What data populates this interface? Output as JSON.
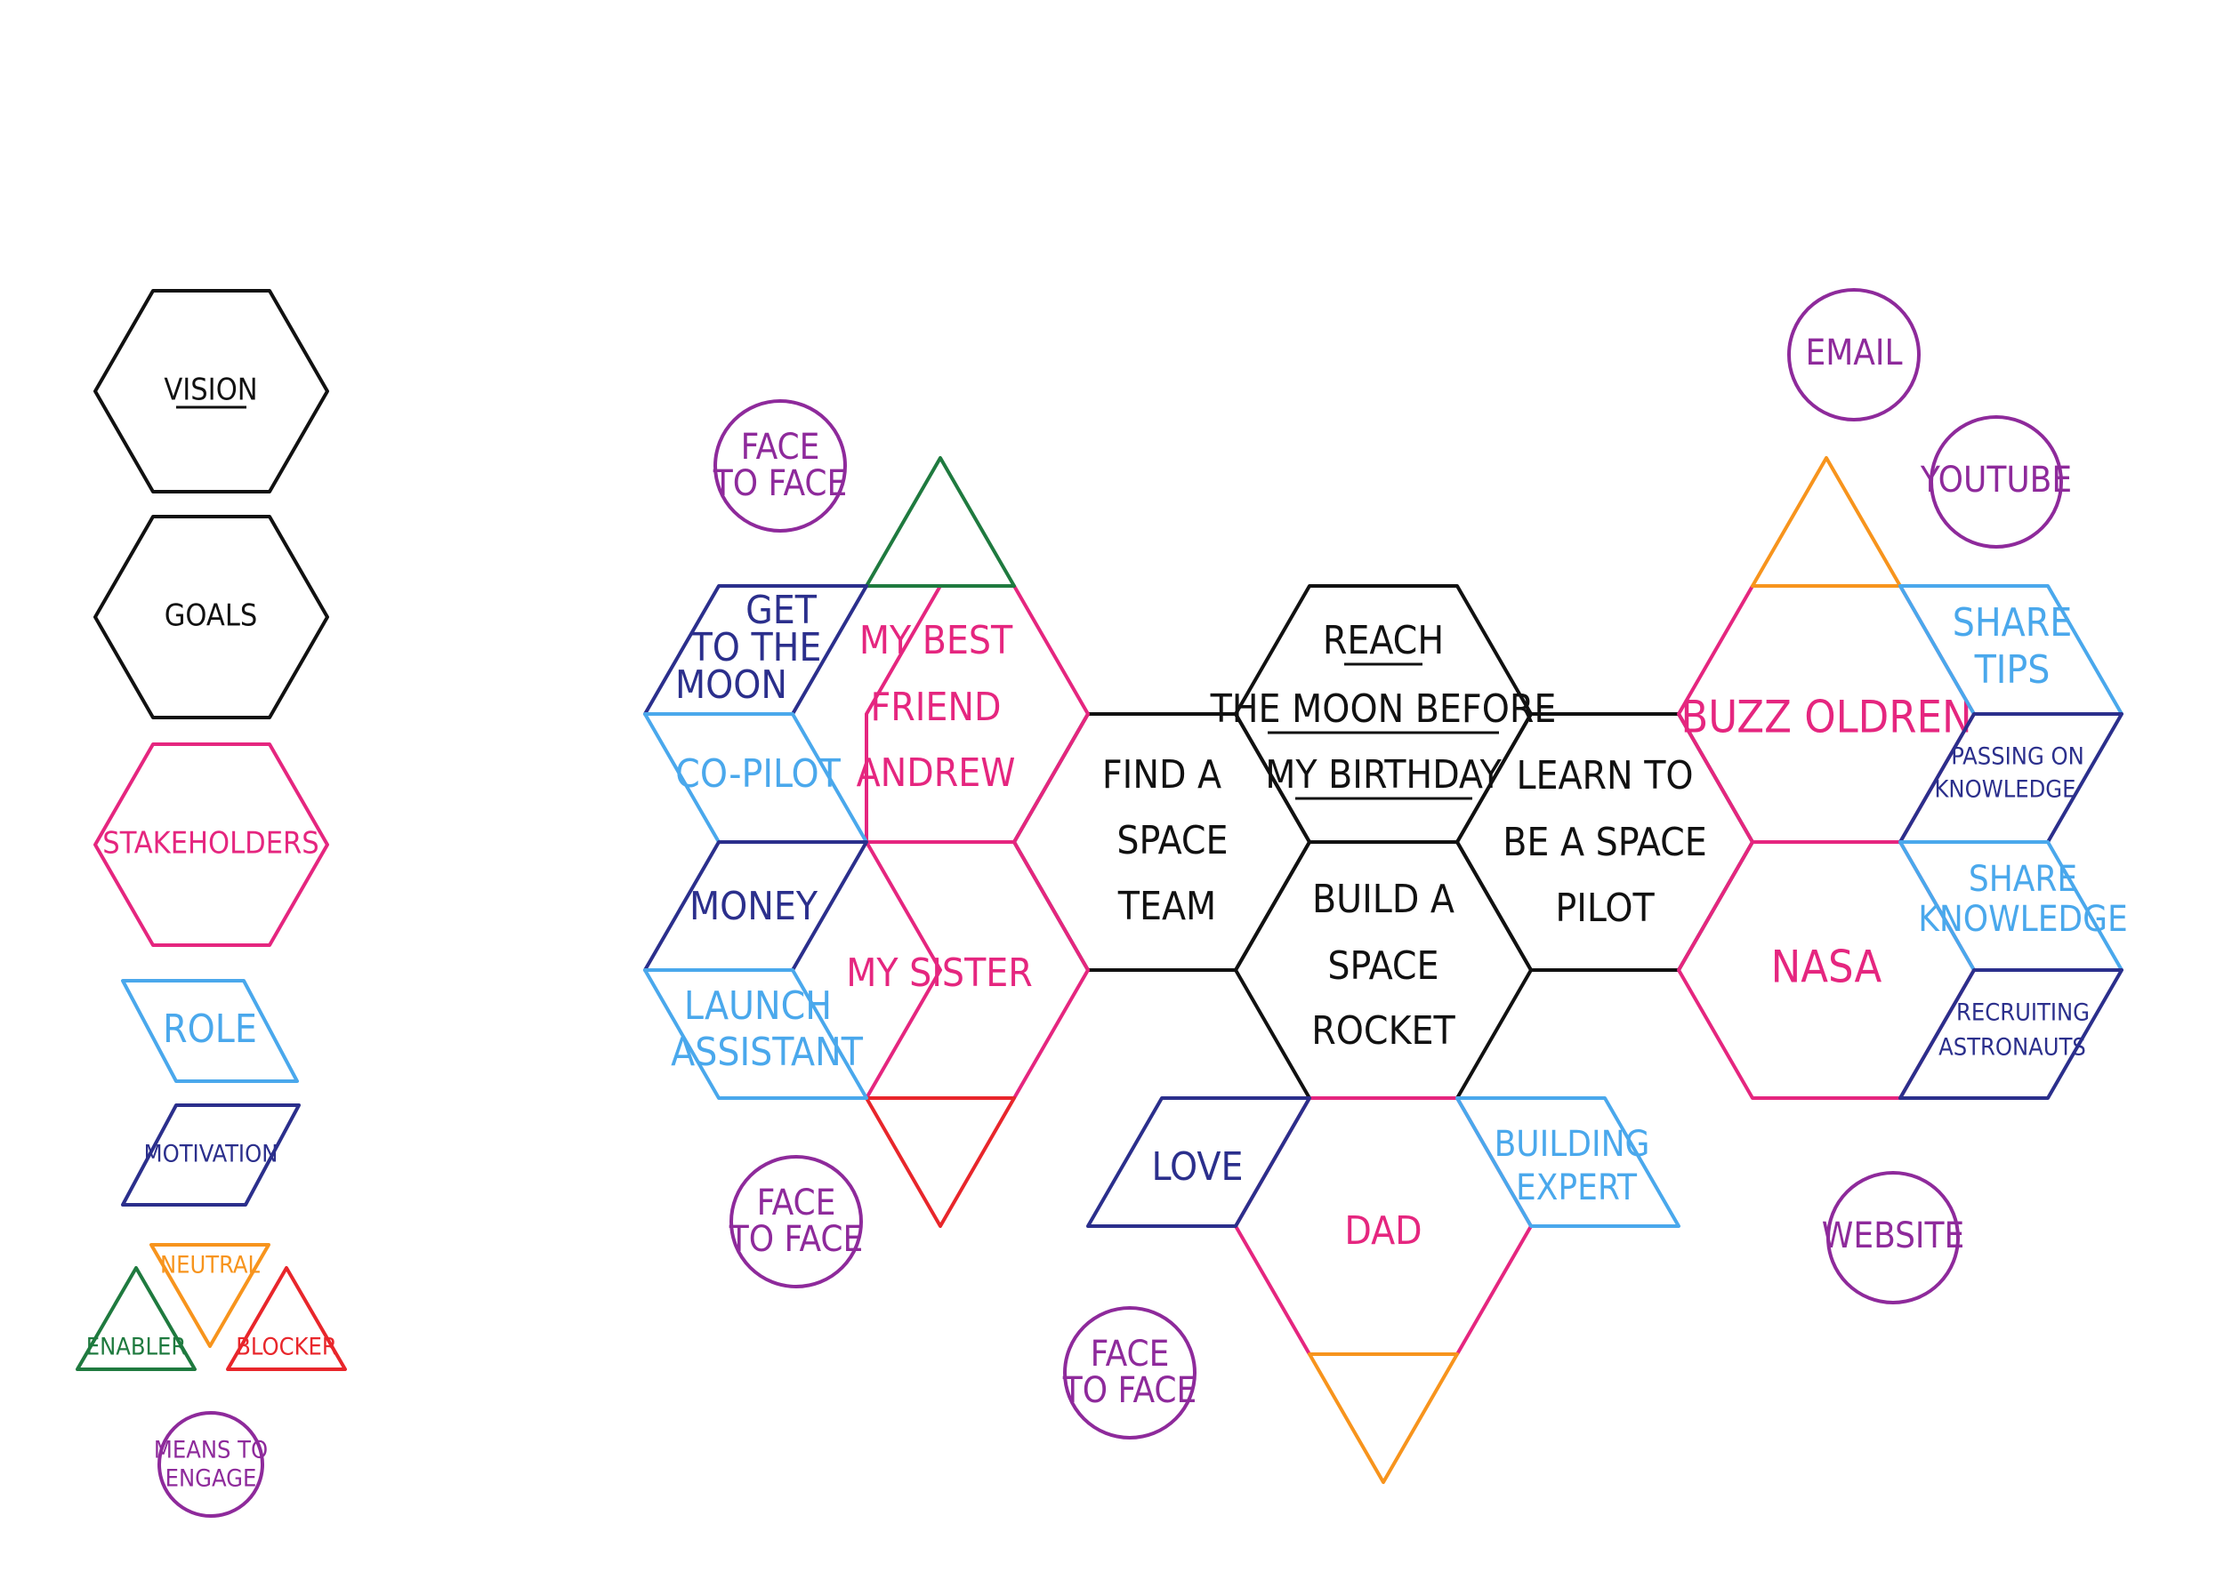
{
  "colors": {
    "vision": "#111111",
    "stakeholder": "#e5267f",
    "role": "#4aa8ec",
    "motivation": "#2b2f8c",
    "enabler": "#1f7a3f",
    "neutral": "#f7941d",
    "blocker": "#e8262b",
    "engage": "#8e2a9b"
  },
  "legend": {
    "vision": "VISION",
    "goals": "GOALS",
    "stakeholders": "STAKEHOLDERS",
    "role": "ROLE",
    "motivation": "MOTIVATION",
    "neutral": "NEUTRAL",
    "enabler": "ENABLER",
    "blocker": "BLOCKER",
    "means_to_engage": [
      "MEANS TO",
      "ENGAGE"
    ]
  },
  "vision": [
    "REACH",
    "THE MOON BEFORE",
    "MY BIRTHDAY"
  ],
  "goals": {
    "left": [
      "FIND A",
      "SPACE",
      "TEAM"
    ],
    "bottom": [
      "BUILD A",
      "SPACE",
      "ROCKET"
    ],
    "right": [
      "LEARN TO",
      "BE A SPACE",
      "PILOT"
    ]
  },
  "stakeholders": {
    "andrew": [
      "MY BEST",
      "FRIEND",
      "ANDREW"
    ],
    "sister": "MY SISTER",
    "dad": "DAD",
    "buzz": "BUZZ OLDREN",
    "nasa": "NASA"
  },
  "roles": {
    "copilot": "CO-PILOT",
    "launch_assistant": [
      "LAUNCH",
      "ASSISTANT"
    ],
    "building_expert": [
      "BUILDING",
      "EXPERT"
    ],
    "share_tips": [
      "SHARE",
      "TIPS"
    ],
    "share_knowledge": [
      "SHARE",
      "KNOWLEDGE"
    ]
  },
  "motivations": {
    "get_to_moon": [
      "GET",
      "TO THE",
      "MOON"
    ],
    "money": "MONEY",
    "love": "LOVE",
    "passing_on": [
      "PASSING ON",
      "KNOWLEDGE"
    ],
    "recruiting": [
      "RECRUITING",
      "ASTRONAUTS"
    ]
  },
  "engage": {
    "andrew": [
      "FACE",
      "TO FACE"
    ],
    "sister": [
      "FACE",
      "TO FACE"
    ],
    "dad": [
      "FACE",
      "TO FACE"
    ],
    "email": "EMAIL",
    "youtube": "YOUTUBE",
    "website": "WEBSITE"
  }
}
